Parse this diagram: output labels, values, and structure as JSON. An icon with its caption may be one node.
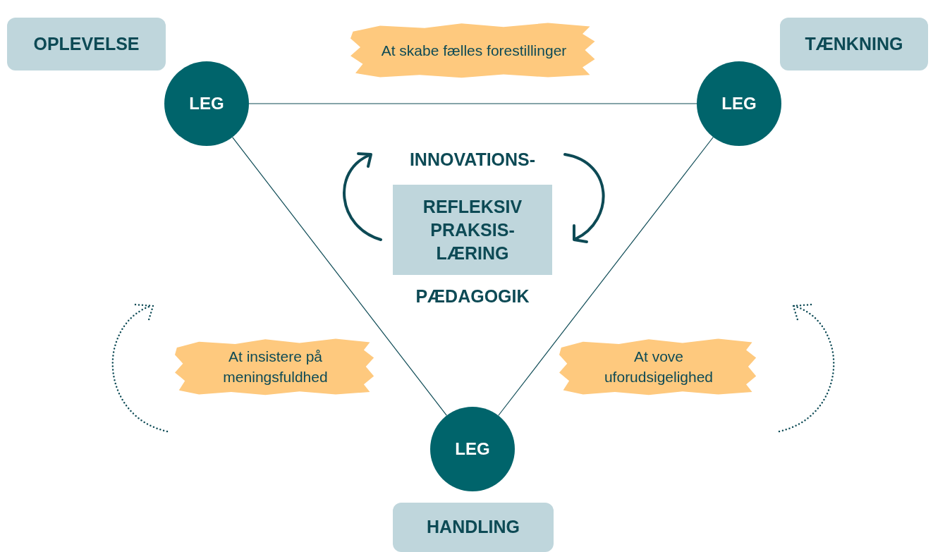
{
  "diagram": {
    "nodes": [
      {
        "text": [
          "OPLEVELSE"
        ]
      },
      {
        "text": [
          "At skabe fælles forestillinger"
        ]
      },
      {
        "text": [
          "TÆNKNING"
        ]
      },
      {
        "text": [
          "LEG"
        ]
      },
      {
        "text": [
          "LEG"
        ]
      },
      {
        "text": [
          "REFLEKSIV PRAKSIS-LÆRING"
        ]
      },
      {
        "text": [
          "At insistere på meningsfuldhed"
        ]
      },
      {
        "text": [
          "At vove uforudsigelighed"
        ]
      },
      {
        "text": [
          "LEG"
        ]
      },
      {
        "text": [
          "HANDLING"
        ]
      }
    ],
    "edges": [
      {
        "from": 3,
        "to": 4,
        "arrow": "none"
      },
      {
        "from": 3,
        "to": 8,
        "arrow": "none"
      },
      {
        "from": 4,
        "to": 8,
        "arrow": "none"
      }
    ],
    "labels": [
      "INNOVATIONS-",
      "PÆDAGOGIK"
    ]
  }
}
